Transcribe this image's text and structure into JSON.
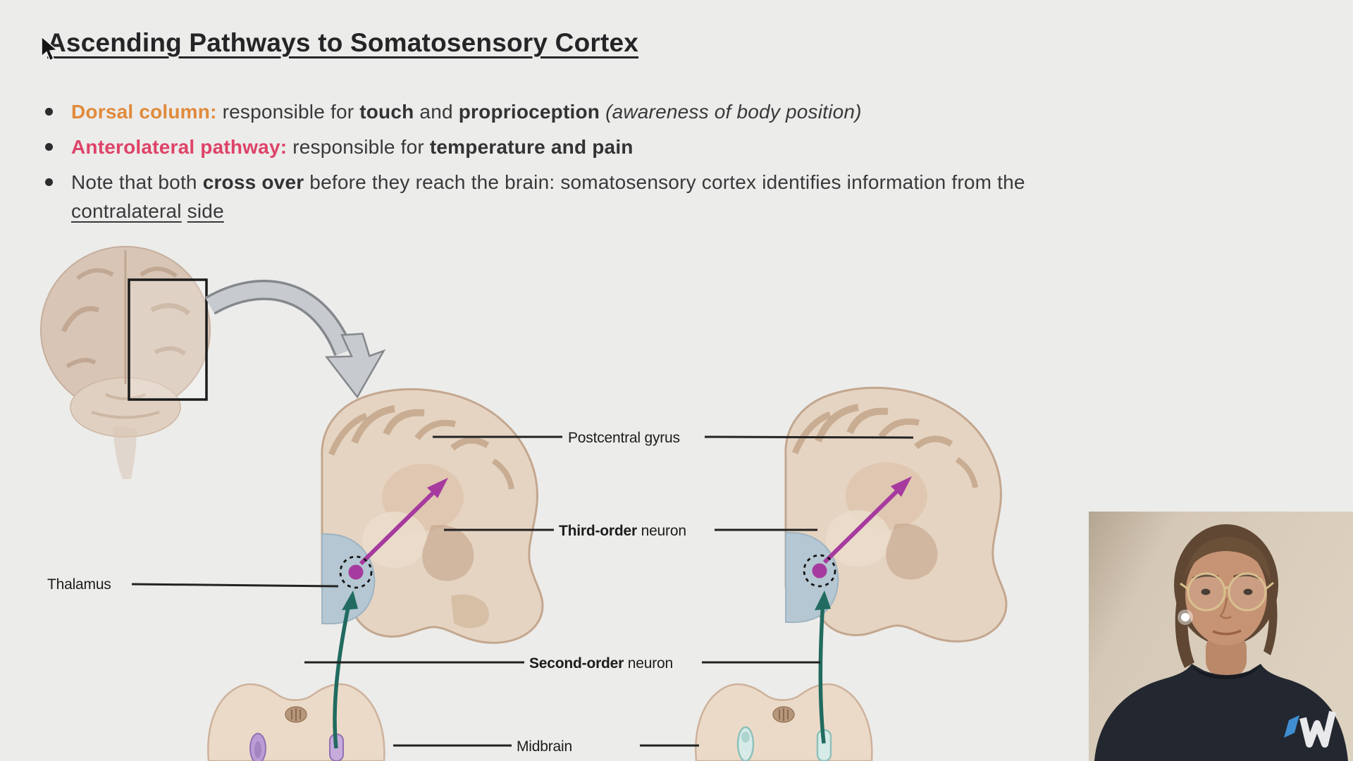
{
  "slide": {
    "title": "Ascending Pathways to Somatosensory Cortex",
    "bullets": [
      {
        "segments": [
          {
            "text": "Dorsal column: "
          },
          {
            "text": "responsible for "
          },
          {
            "text": "touch"
          },
          {
            "text": " and "
          },
          {
            "text": "proprioception"
          },
          {
            "text": " (awareness of body position)"
          }
        ]
      },
      {
        "segments": [
          {
            "text": "Anterolateral pathway: "
          },
          {
            "text": "responsible for "
          },
          {
            "text": "temperature and pain"
          }
        ]
      },
      {
        "segments": [
          {
            "text": "Note that both "
          },
          {
            "text": "cross over"
          },
          {
            "text": " before they reach the brain: somatosensory cortex identifies information from the "
          },
          {
            "text": "contralateral"
          },
          {
            "text": " "
          },
          {
            "text": "side"
          }
        ]
      }
    ]
  },
  "diagram": {
    "labels": {
      "postcentral_gyrus": "Postcentral gyrus",
      "third_order_bold": "Third-order",
      "third_order_rest": " neuron",
      "thalamus": "Thalamus",
      "second_order_bold": "Second-order",
      "second_order_rest": " neuron",
      "midbrain": "Midbrain"
    }
  },
  "colors": {
    "dorsal_column_accent": "#e08a3c",
    "anterolateral_accent": "#de4368",
    "third_order_magenta": "#a63a9e",
    "second_order_teal": "#216b60",
    "thalamus_blue": "#b4c7d2",
    "background": "#ececea"
  }
}
